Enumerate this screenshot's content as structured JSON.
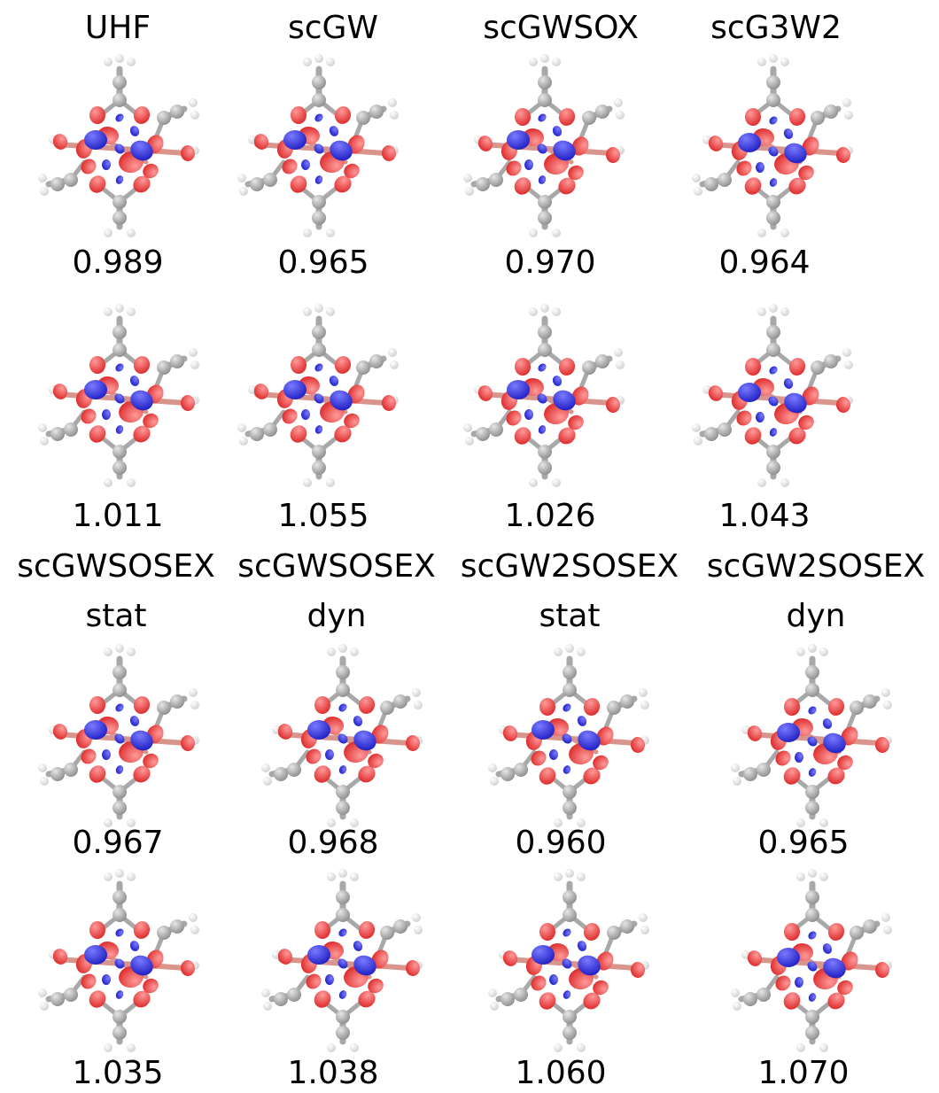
{
  "methods_top": [
    "UHF",
    "scGW",
    "scGWSOX",
    "scG3W2"
  ],
  "methods_bottom": [
    {
      "line1": "scGWSOSEX",
      "line2": "stat"
    },
    {
      "line1": "scGWSOSEX",
      "line2": "dyn"
    },
    {
      "line1": "scGW2SOSEX",
      "line2": "stat"
    },
    {
      "line1": "scGW2SOSEX",
      "line2": "dyn"
    }
  ],
  "values": {
    "row1": [
      "0.989",
      "0.965",
      "0.970",
      "0.964"
    ],
    "row2": [
      "1.011",
      "1.055",
      "1.026",
      "1.043"
    ],
    "row3": [
      "0.967",
      "0.968",
      "0.960",
      "0.965"
    ],
    "row4": [
      "1.035",
      "1.038",
      "1.060",
      "1.070"
    ]
  },
  "colors": {
    "lobe_positive": "#dd2b2b",
    "lobe_negative": "#1f1fc4",
    "carbon": "#a8a8a8",
    "hydrogen": "#f2f2f2",
    "metal_bond": "#d9948c"
  }
}
